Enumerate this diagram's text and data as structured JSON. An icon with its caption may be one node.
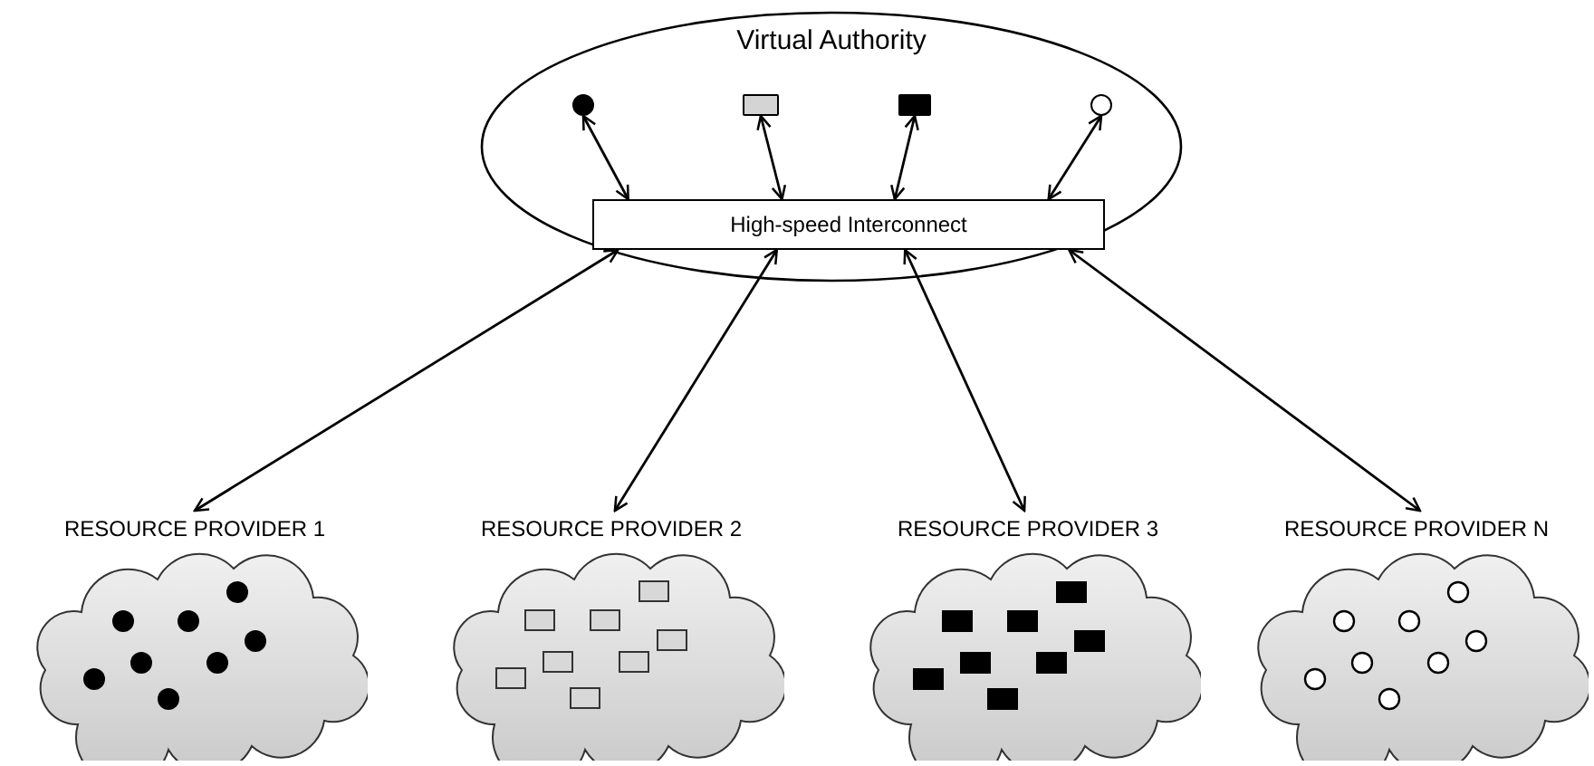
{
  "diagram": {
    "nodes": [
      {
        "text": [
          "Virtual Authority"
        ]
      },
      {
        "text": [
          "High-speed Interconnect"
        ],
        "in": 0
      },
      {
        "text": [],
        "shape": "circle",
        "in": 0
      },
      {
        "text": [],
        "shape": "box",
        "in": 0
      },
      {
        "text": [],
        "shape": "box",
        "in": 0
      },
      {
        "text": [],
        "shape": "circle",
        "in": 0
      },
      {
        "text": [
          "RESOURCE PROVIDER 1"
        ]
      },
      {
        "text": [
          "RESOURCE PROVIDER 2"
        ]
      },
      {
        "text": [
          "RESOURCE PROVIDER 3"
        ]
      },
      {
        "text": [
          "RESOURCE PROVIDER N"
        ]
      }
    ],
    "edges": [
      {
        "from": 2,
        "to": 1,
        "arrow": "both"
      },
      {
        "from": 3,
        "to": 1,
        "arrow": "both"
      },
      {
        "from": 4,
        "to": 1,
        "arrow": "both"
      },
      {
        "from": 5,
        "to": 1,
        "arrow": "both"
      },
      {
        "from": 1,
        "to": 6,
        "arrow": "both"
      },
      {
        "from": 1,
        "to": 7,
        "arrow": "both"
      },
      {
        "from": 1,
        "to": 8,
        "arrow": "both"
      },
      {
        "from": 1,
        "to": 9,
        "arrow": "both"
      }
    ]
  }
}
